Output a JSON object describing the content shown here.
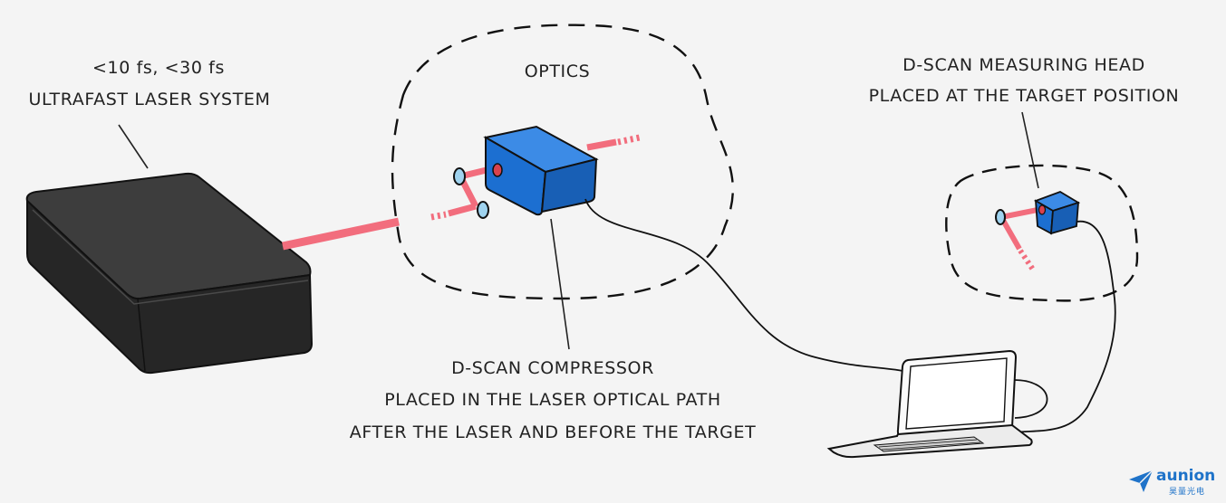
{
  "labels": {
    "laser_line1": "<10 fs, <30 fs",
    "laser_line2": "ULTRAFAST LASER SYSTEM",
    "optics": "OPTICS",
    "compressor_line1": "D-SCAN COMPRESSOR",
    "compressor_line2": "PLACED IN THE LASER OPTICAL PATH",
    "compressor_line3": "AFTER THE LASER AND BEFORE THE TARGET",
    "head_line1": "D-SCAN MEASURING HEAD",
    "head_line2": "PLACED AT THE TARGET POSITION"
  },
  "logo": {
    "name": "aunion",
    "subtitle": "昊量光电"
  },
  "colors": {
    "background": "#f4f4f4",
    "laser_box": "#2b2b2b",
    "beam": "#f26d7d",
    "device_blue": "#1c6fd1",
    "mirror": "#9fd3ef",
    "line": "#111111",
    "logo": "#1f73c9"
  }
}
